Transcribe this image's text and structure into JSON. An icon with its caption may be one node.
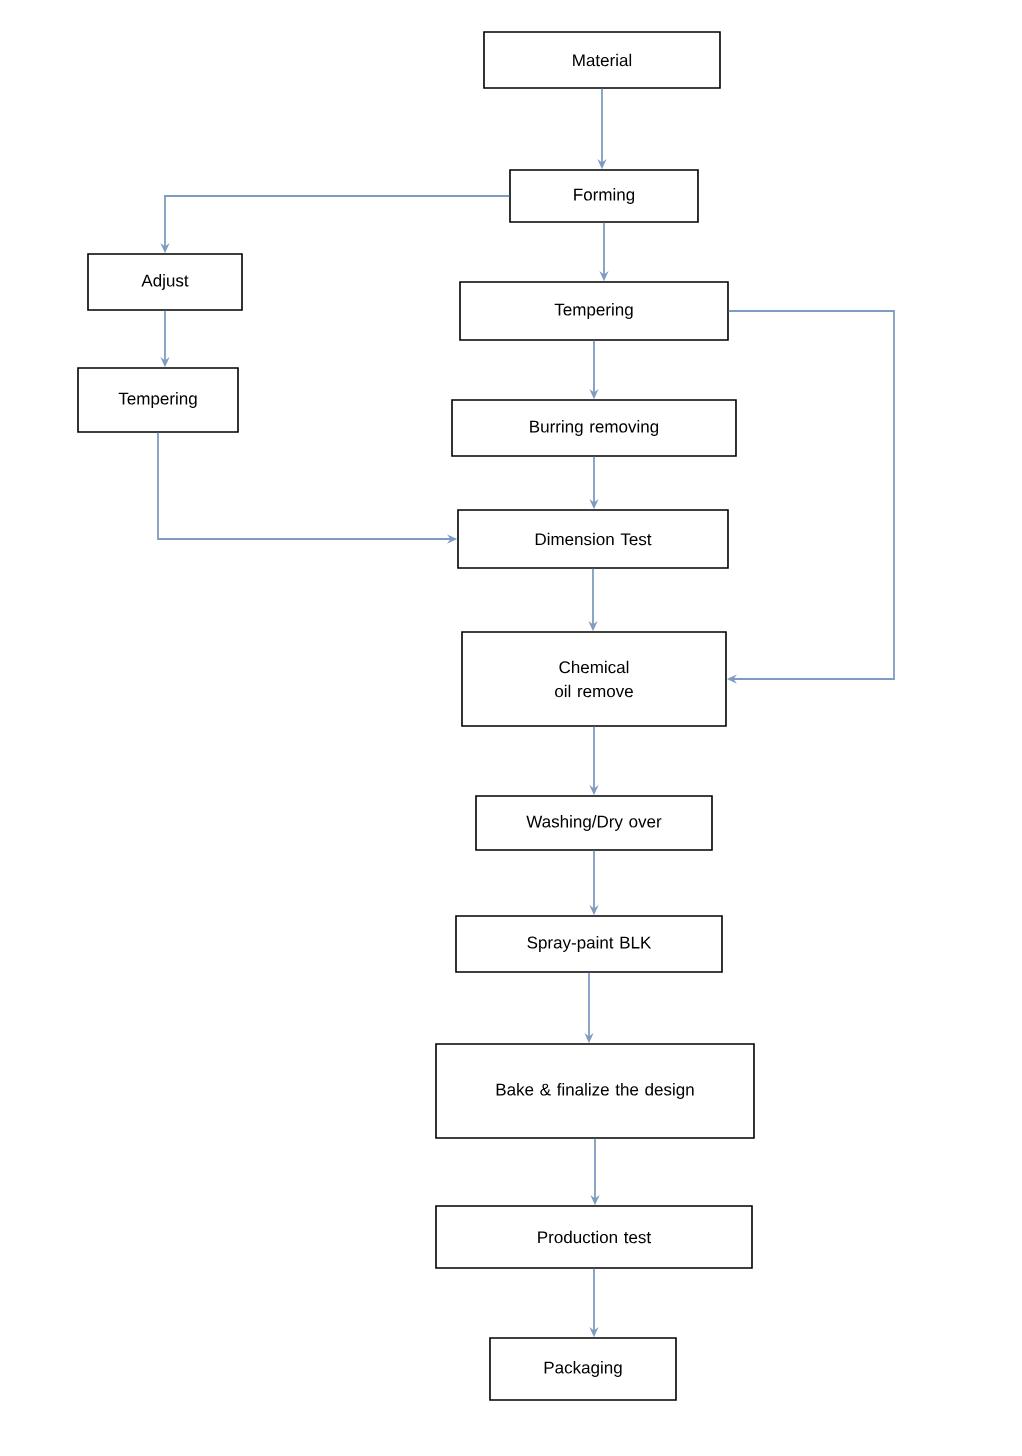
{
  "diagram": {
    "nodes": [
      {
        "text": [
          "Material"
        ]
      },
      {
        "text": [
          "Forming"
        ]
      },
      {
        "text": [
          "Adjust"
        ]
      },
      {
        "text": [
          "Tempering"
        ]
      },
      {
        "text": [
          "Tempering"
        ]
      },
      {
        "text": [
          "Burring removing"
        ]
      },
      {
        "text": [
          "Dimension Test"
        ]
      },
      {
        "text": [
          "Chemical oil remove"
        ]
      },
      {
        "text": [
          "Washing/Dry over"
        ]
      },
      {
        "text": [
          "Spray-paint BLK"
        ]
      },
      {
        "text": [
          "Bake & finalize the design"
        ]
      },
      {
        "text": [
          "Production test"
        ]
      },
      {
        "text": [
          "Packaging"
        ]
      }
    ],
    "edges": [
      {
        "from": 0,
        "to": 1,
        "arrow": "to"
      },
      {
        "from": 1,
        "to": 2,
        "arrow": "to"
      },
      {
        "from": 1,
        "to": 3,
        "arrow": "to"
      },
      {
        "from": 2,
        "to": 4,
        "arrow": "to"
      },
      {
        "from": 3,
        "to": 5,
        "arrow": "to"
      },
      {
        "from": 4,
        "to": 6,
        "arrow": "to"
      },
      {
        "from": 5,
        "to": 6,
        "arrow": "to"
      },
      {
        "from": 6,
        "to": 7,
        "arrow": "to"
      },
      {
        "from": 3,
        "to": 7,
        "arrow": "to"
      },
      {
        "from": 7,
        "to": 8,
        "arrow": "to"
      },
      {
        "from": 8,
        "to": 9,
        "arrow": "to"
      },
      {
        "from": 9,
        "to": 10,
        "arrow": "to"
      },
      {
        "from": 10,
        "to": 11,
        "arrow": "to"
      },
      {
        "from": 11,
        "to": 12,
        "arrow": "to"
      }
    ]
  }
}
